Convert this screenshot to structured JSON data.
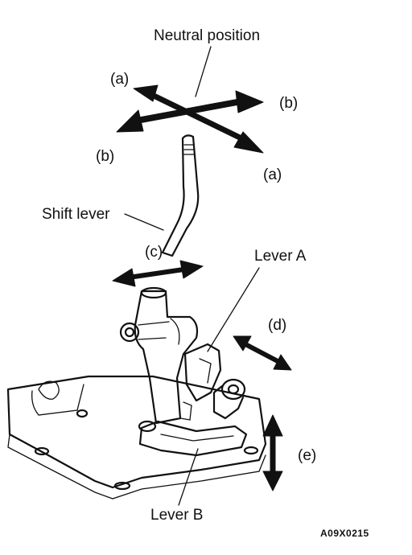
{
  "labels": {
    "neutral_position": "Neutral position",
    "a_top": "(a)",
    "b_top": "(b)",
    "b_bottom": "(b)",
    "a_bottom": "(a)",
    "shift_lever": "Shift lever",
    "c": "(c)",
    "lever_a": "Lever A",
    "d": "(d)",
    "e": "(e)",
    "lever_b": "Lever B",
    "figure_code": "A09X0215"
  }
}
